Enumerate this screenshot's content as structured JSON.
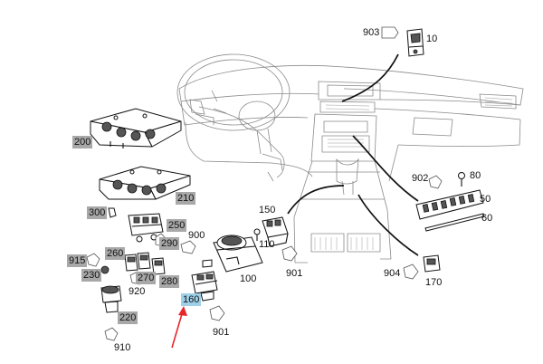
{
  "labels": {
    "p10": "10",
    "p903": "903",
    "p200": "200",
    "p902": "902",
    "p80": "80",
    "p50": "50",
    "p60": "60",
    "p210": "210",
    "p300": "300",
    "p150": "150",
    "p250": "250",
    "p900": "900",
    "p290": "290",
    "p110": "110",
    "p260": "260",
    "p915": "915",
    "p230": "230",
    "p270": "270",
    "p280": "280",
    "p100": "100",
    "p920": "920",
    "p901a": "901",
    "p904": "904",
    "p170": "170",
    "p160": "160",
    "p220": "220",
    "p901b": "901",
    "p910": "910"
  },
  "highlight": {
    "selected_label": "160",
    "arrow_color": "#e8262a",
    "highlight_color": "#9fd0e8",
    "tag_color": "#a8a8a8"
  }
}
